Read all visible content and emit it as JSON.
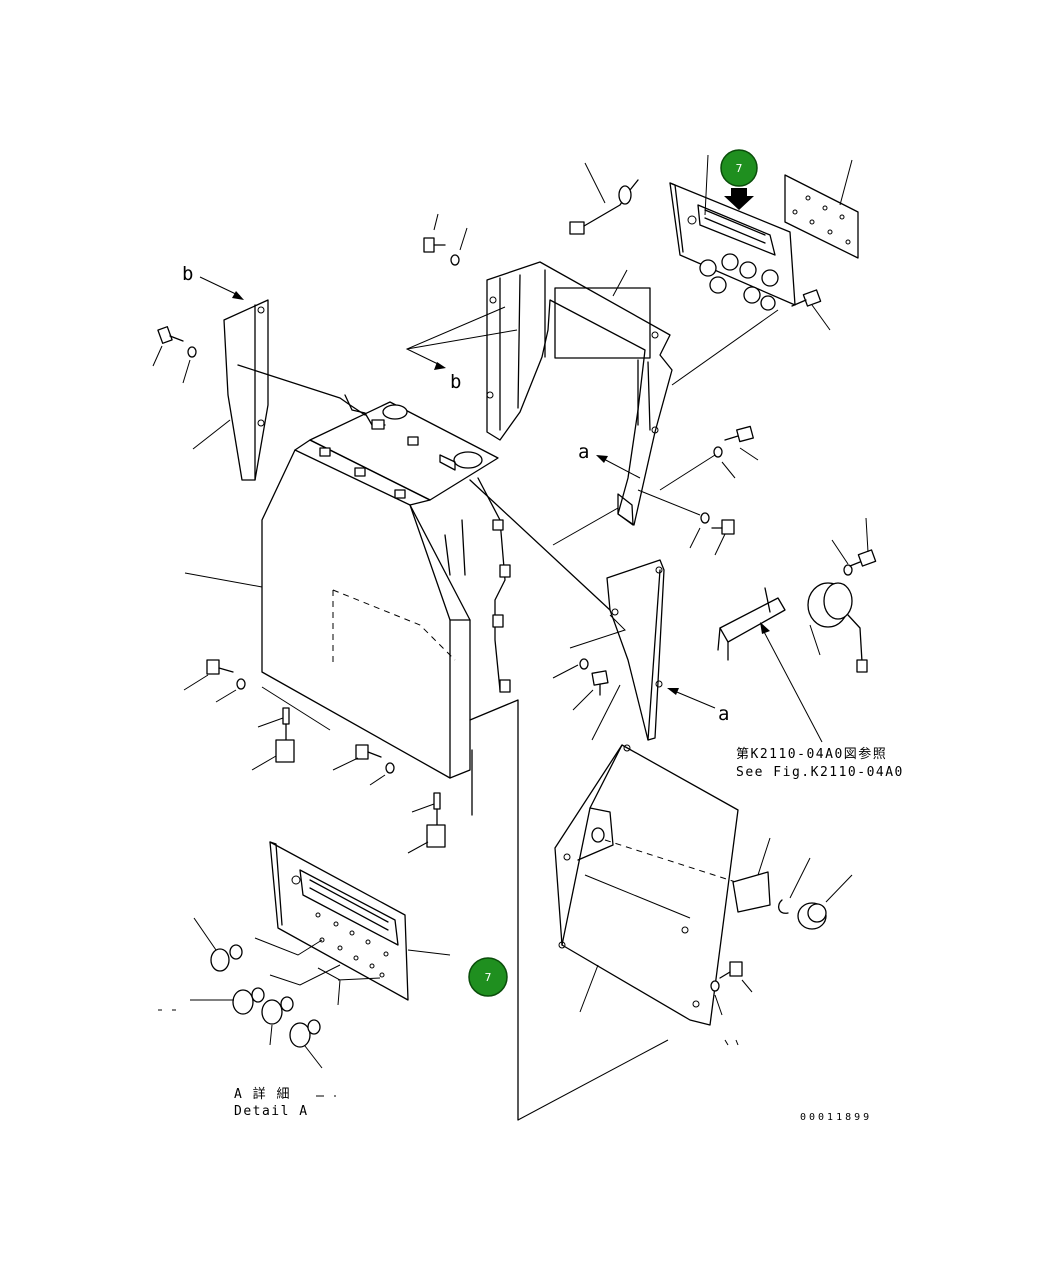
{
  "labels": {
    "a": "a",
    "b": "b"
  },
  "reference": {
    "jp": "第K2110-04A0図参照",
    "en": "See Fig.K2110-04A0"
  },
  "detail": {
    "jp": "A 詳 細",
    "en": "Detail A"
  },
  "drawing_number": "00011899",
  "badges": [
    "7",
    "7"
  ],
  "colors": {
    "badge": "#1f8f1f",
    "line": "#000000"
  }
}
